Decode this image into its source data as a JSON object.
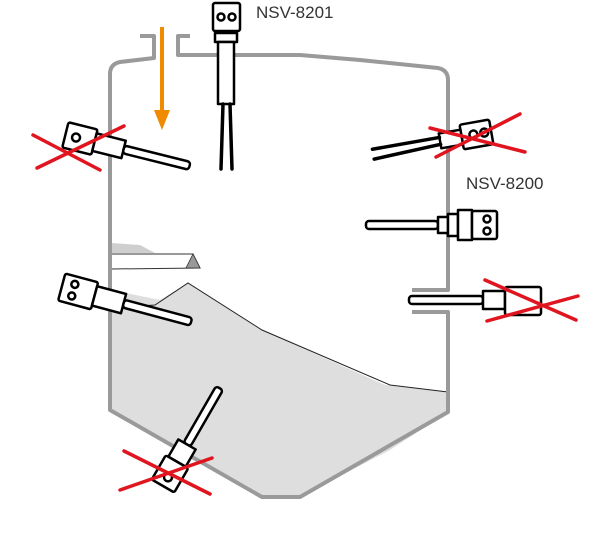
{
  "diagram": {
    "title": "Vibrating level switch mounting positions in a silo",
    "labels": {
      "top_sensor": "NSV-8201",
      "side_sensor": "NSV-8200"
    },
    "colors": {
      "vessel_wall": "#9a9a9a",
      "bulk_material": "#dedede",
      "fill_arrow": "#f08a00",
      "incorrect_mark": "#e0151f",
      "sensor_outline": "#000000"
    },
    "elements": {
      "fill_direction": "filling-arrow",
      "material": "bulk-solids"
    },
    "sensors": [
      {
        "id": "top-vertical",
        "model": "NSV-8201",
        "position": "top",
        "correct": true
      },
      {
        "id": "left-upper",
        "position": "left wall upper",
        "correct": false
      },
      {
        "id": "right-upper",
        "position": "right wall upper",
        "correct": false
      },
      {
        "id": "right-middle",
        "model": "NSV-8200",
        "position": "right wall middle",
        "correct": true
      },
      {
        "id": "right-nozzle",
        "position": "right wall nozzle",
        "correct": false
      },
      {
        "id": "left-lower",
        "position": "left wall lower",
        "correct": true
      },
      {
        "id": "bottom-cone",
        "position": "bottom cone",
        "correct": false
      }
    ]
  }
}
